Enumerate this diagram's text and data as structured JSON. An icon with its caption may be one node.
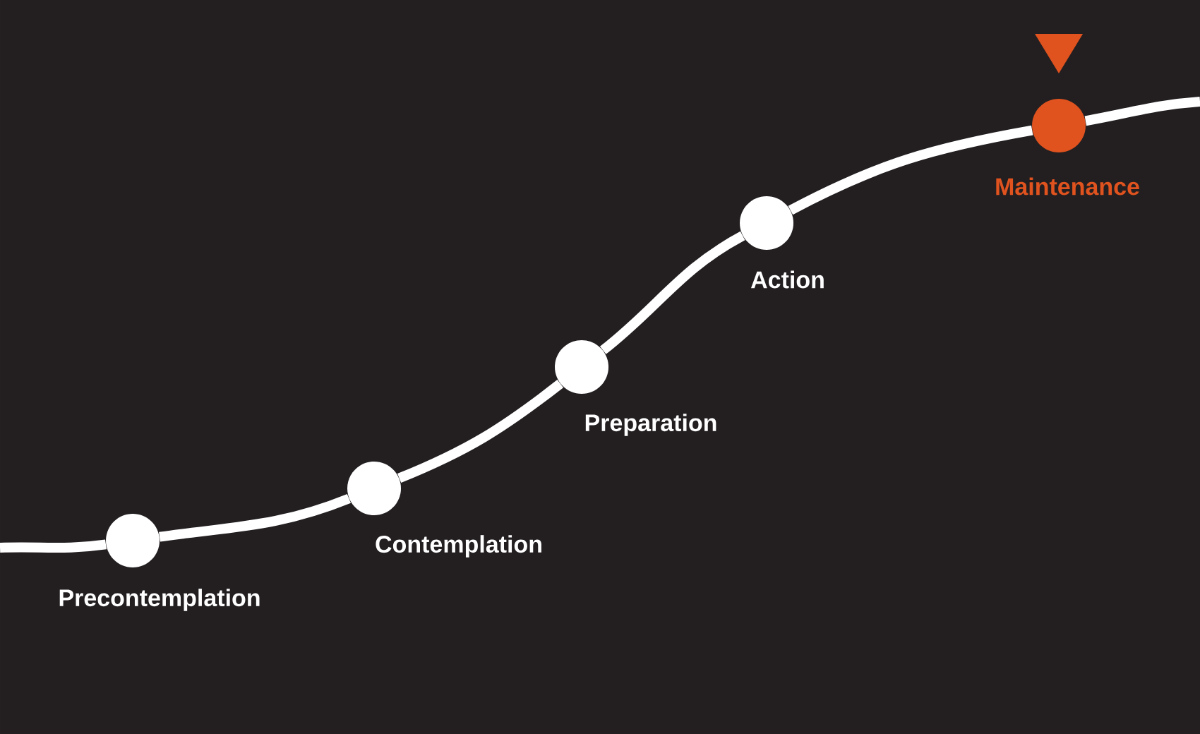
{
  "diagram": {
    "nodes": [
      {
        "text": [],
        "shape": "circle",
        "beside": [
          "Precontemplation"
        ]
      },
      {
        "text": [],
        "shape": "circle",
        "beside": [
          "Contemplation"
        ]
      },
      {
        "text": [],
        "shape": "circle",
        "beside": [
          "Preparation"
        ]
      },
      {
        "text": [],
        "shape": "circle",
        "beside": [
          "Action"
        ]
      },
      {
        "text": [],
        "shape": "circle",
        "beside": [
          "Maintenance"
        ]
      }
    ],
    "edges": [
      {
        "from": null,
        "to": 0,
        "arrow": "none"
      },
      {
        "from": 0,
        "to": 1,
        "arrow": "none"
      },
      {
        "from": 1,
        "to": 2,
        "arrow": "none"
      },
      {
        "from": 2,
        "to": 3,
        "arrow": "none"
      },
      {
        "from": 3,
        "to": 4,
        "arrow": "none"
      },
      {
        "from": 4,
        "to": null,
        "arrow": "none"
      }
    ]
  }
}
